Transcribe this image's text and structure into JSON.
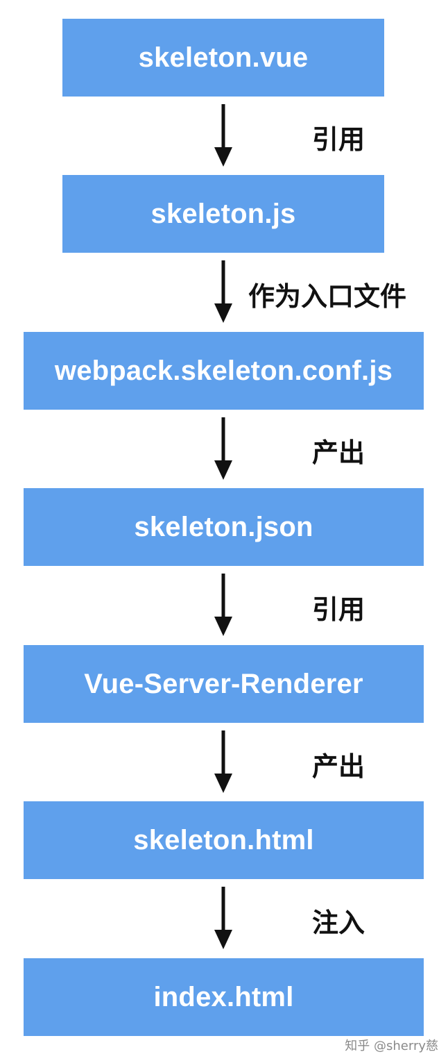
{
  "nodes": [
    {
      "label": "skeleton.vue"
    },
    {
      "label": "skeleton.js"
    },
    {
      "label": "webpack.skeleton.conf.js"
    },
    {
      "label": "skeleton.json"
    },
    {
      "label": "Vue-Server-Renderer"
    },
    {
      "label": "skeleton.html"
    },
    {
      "label": "index.html"
    }
  ],
  "edges": [
    {
      "label": "引用"
    },
    {
      "label": "作为入口文件"
    },
    {
      "label": "产出"
    },
    {
      "label": "引用"
    },
    {
      "label": "产出"
    },
    {
      "label": "注入"
    }
  ],
  "watermark": "知乎 @sherry慈",
  "colors": {
    "box": "#5fa0ec",
    "box_text": "#ffffff",
    "arrow": "#111111"
  }
}
